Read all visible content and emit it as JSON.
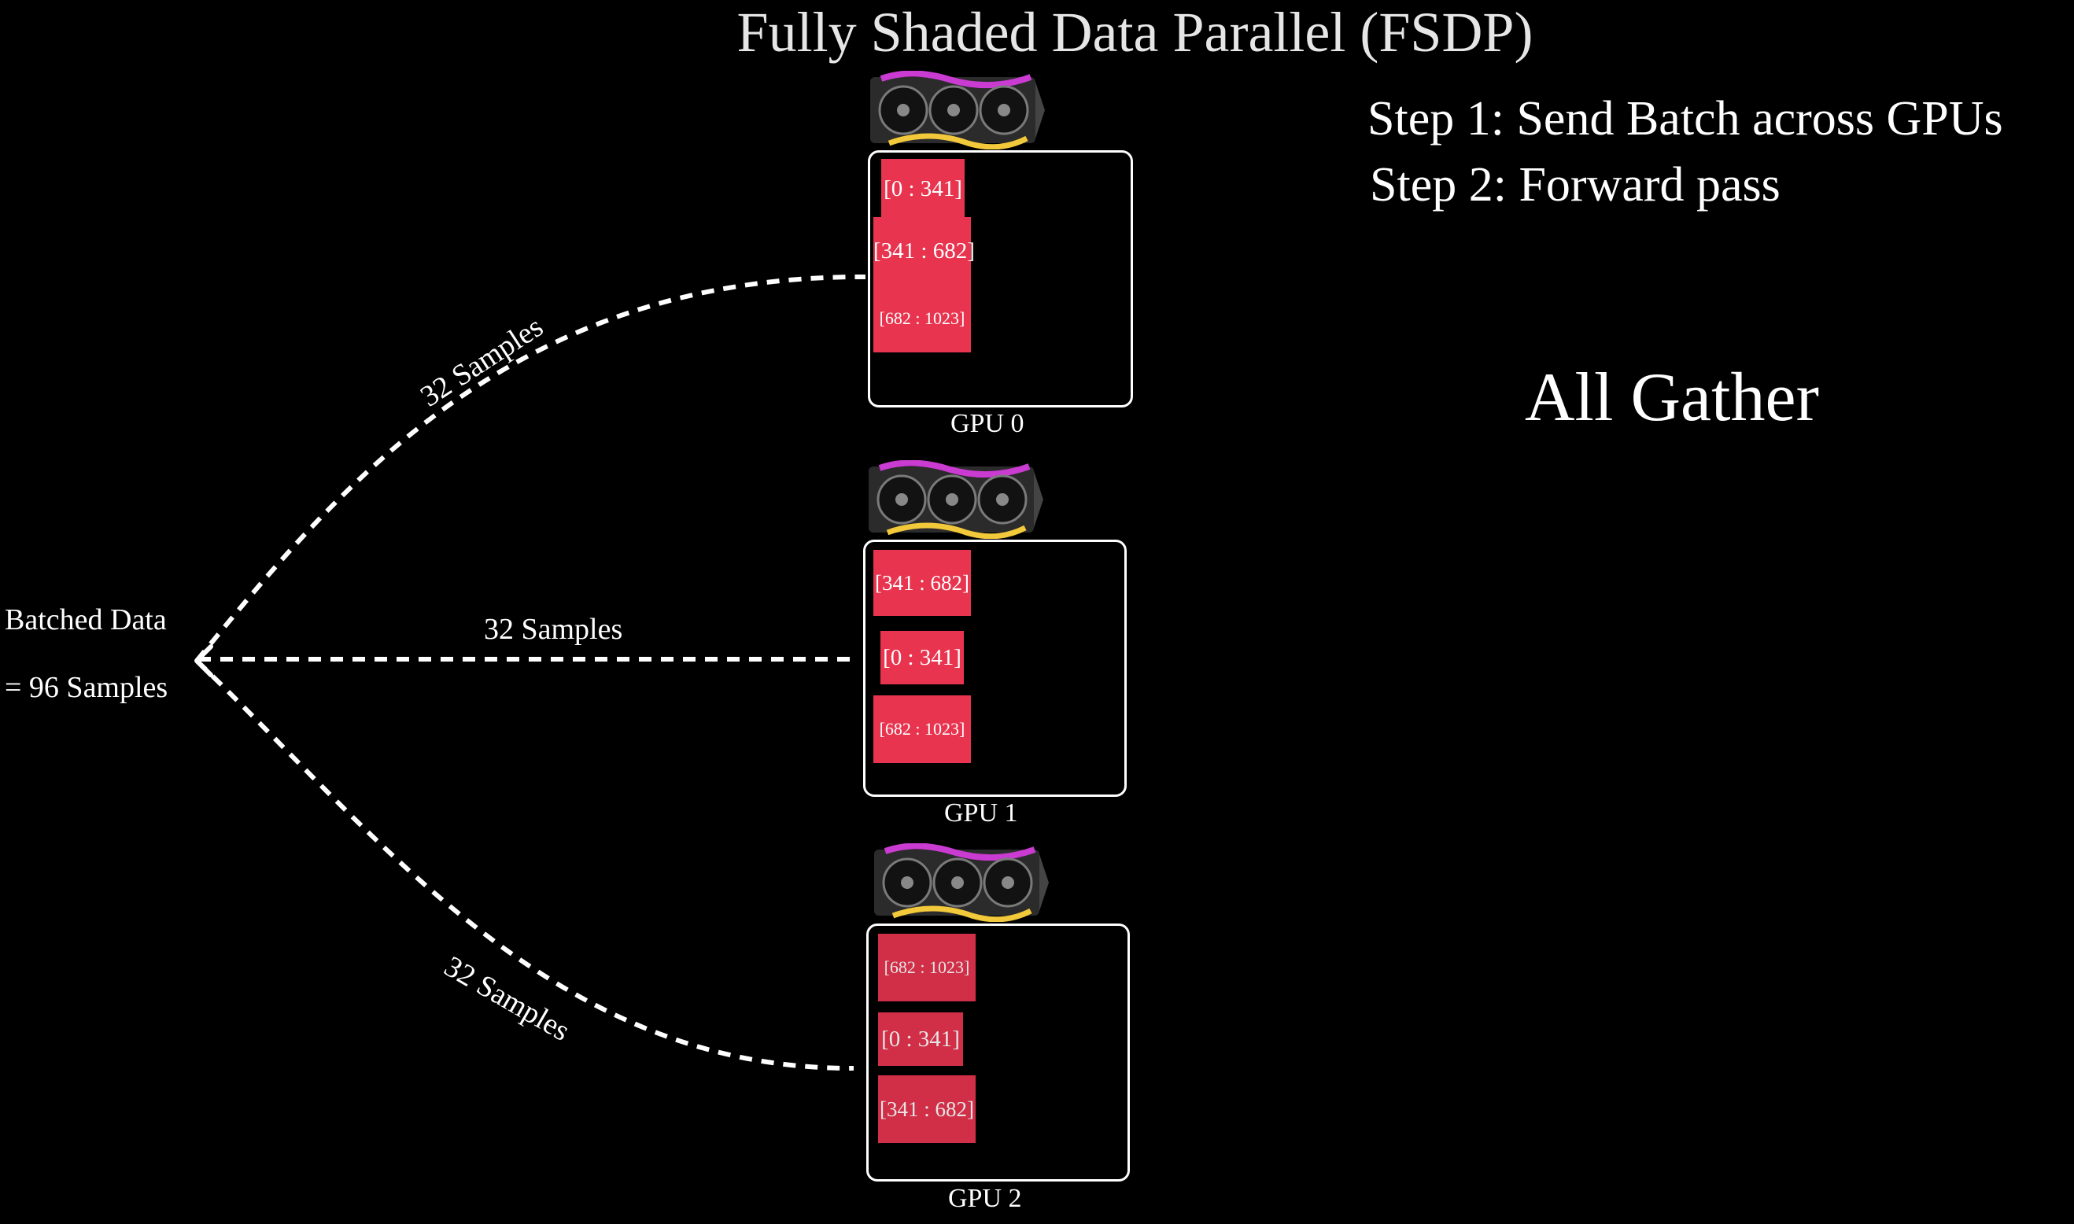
{
  "title": "Fully Shaded Data Parallel (FSDP)",
  "steps": [
    "Step 1: Send Batch across GPUs",
    "Step 2: Forward pass"
  ],
  "annotation": "All Gather",
  "batch": {
    "line1": "Batched Data",
    "line2": "= 96 Samples"
  },
  "links": [
    {
      "label": "32 Samples"
    },
    {
      "label": "32 Samples"
    },
    {
      "label": "32 Samples"
    }
  ],
  "gpus": [
    {
      "name": "GPU 0",
      "shards": [
        "[0 : 341]",
        "[341 : 682]",
        "[682 : 1023]"
      ]
    },
    {
      "name": "GPU 1",
      "shards": [
        "[341 : 682]",
        "[0 : 341]",
        "[682 : 1023]"
      ]
    },
    {
      "name": "GPU 2",
      "shards": [
        "[682 : 1023]",
        "[0 : 341]",
        "[341 : 682]"
      ]
    }
  ],
  "colors": {
    "background": "#000000",
    "shard": "#e8344f",
    "foreground": "#ffffff"
  },
  "icons": [
    "graphics-card-icon"
  ]
}
